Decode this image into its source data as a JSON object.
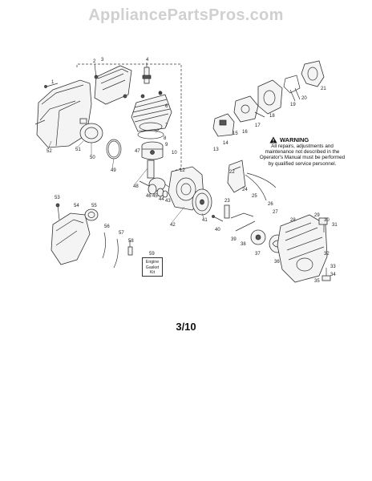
{
  "watermark": "AppliancePartsPros.com",
  "warning": {
    "title": "WARNING",
    "text": "All repairs, adjustments and maintenance not described in the Operator's Manual must be performed by qualified service personnel."
  },
  "kit_box": {
    "line1": "Engine",
    "line2": "Gasket",
    "line3": "Kit"
  },
  "page_number": "3/10",
  "part_labels": [
    {
      "id": "p1",
      "text": "1"
    },
    {
      "id": "p2",
      "text": "2"
    },
    {
      "id": "p3",
      "text": "3"
    },
    {
      "id": "p4",
      "text": "4"
    },
    {
      "id": "p5",
      "text": "5"
    },
    {
      "id": "p6",
      "text": "6"
    },
    {
      "id": "p7",
      "text": "7"
    },
    {
      "id": "p8",
      "text": "8"
    },
    {
      "id": "p9",
      "text": "9"
    },
    {
      "id": "p10",
      "text": "10"
    },
    {
      "id": "p12",
      "text": "12"
    },
    {
      "id": "p13",
      "text": "13"
    },
    {
      "id": "p14",
      "text": "14"
    },
    {
      "id": "p15",
      "text": "15"
    },
    {
      "id": "p16",
      "text": "16"
    },
    {
      "id": "p17",
      "text": "17"
    },
    {
      "id": "p18",
      "text": "18"
    },
    {
      "id": "p19",
      "text": "19"
    },
    {
      "id": "p20",
      "text": "20"
    },
    {
      "id": "p21",
      "text": "21"
    },
    {
      "id": "p22",
      "text": "22"
    },
    {
      "id": "p23",
      "text": "23"
    },
    {
      "id": "p24",
      "text": "24"
    },
    {
      "id": "p25",
      "text": "25"
    },
    {
      "id": "p26",
      "text": "26"
    },
    {
      "id": "p27",
      "text": "27"
    },
    {
      "id": "p28",
      "text": "28"
    },
    {
      "id": "p29",
      "text": "29"
    },
    {
      "id": "p30",
      "text": "30"
    },
    {
      "id": "p31",
      "text": "31"
    },
    {
      "id": "p32",
      "text": "32"
    },
    {
      "id": "p33",
      "text": "33"
    },
    {
      "id": "p34",
      "text": "34"
    },
    {
      "id": "p35",
      "text": "35"
    },
    {
      "id": "p36",
      "text": "36"
    },
    {
      "id": "p37",
      "text": "37"
    },
    {
      "id": "p38",
      "text": "38"
    },
    {
      "id": "p39",
      "text": "39"
    },
    {
      "id": "p40",
      "text": "40"
    },
    {
      "id": "p41",
      "text": "41"
    },
    {
      "id": "p42",
      "text": "42"
    },
    {
      "id": "p43",
      "text": "43"
    },
    {
      "id": "p44",
      "text": "44"
    },
    {
      "id": "p45",
      "text": "45"
    },
    {
      "id": "p46",
      "text": "46"
    },
    {
      "id": "p47",
      "text": "47"
    },
    {
      "id": "p48",
      "text": "48"
    },
    {
      "id": "p49",
      "text": "49"
    },
    {
      "id": "p50",
      "text": "50"
    },
    {
      "id": "p51",
      "text": "51"
    },
    {
      "id": "p52",
      "text": "52"
    },
    {
      "id": "p53",
      "text": "53"
    },
    {
      "id": "p54",
      "text": "54"
    },
    {
      "id": "p55",
      "text": "55"
    },
    {
      "id": "p56",
      "text": "56"
    },
    {
      "id": "p57",
      "text": "57"
    },
    {
      "id": "p58",
      "text": "58"
    },
    {
      "id": "p59",
      "text": "59"
    }
  ]
}
